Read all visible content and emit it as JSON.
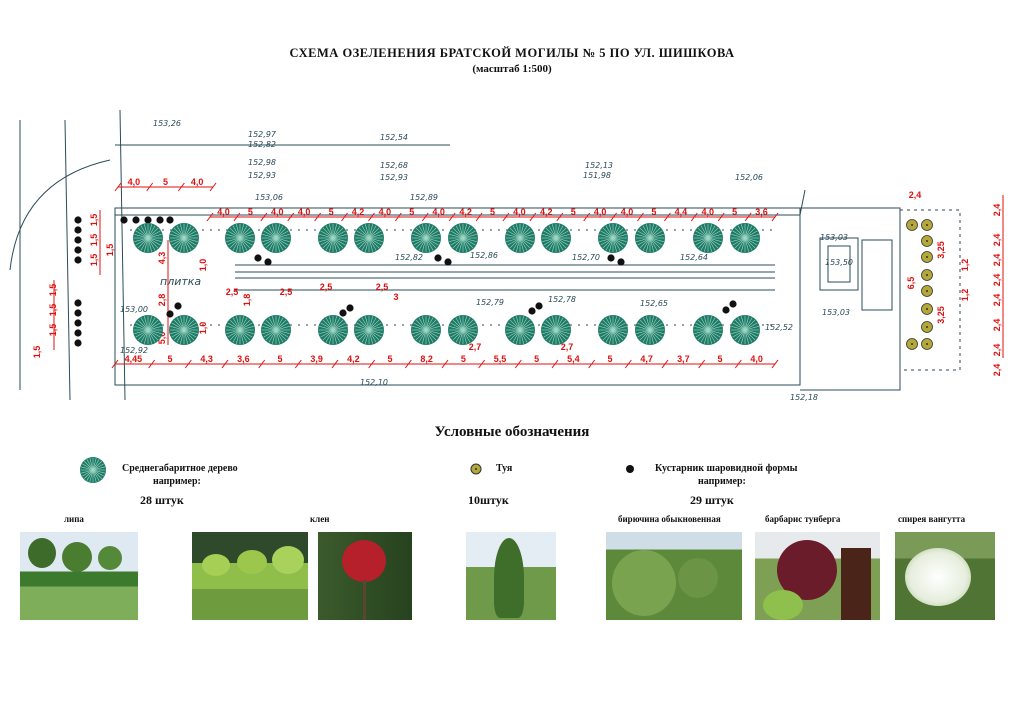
{
  "header": {
    "title": "СХЕМА  ОЗЕЛЕНЕНИЯ  БРАТСКОЙ  МОГИЛЫ  № 5  ПО  УЛ.  ШИШКОВА",
    "subtitle": "(масштаб 1:500)"
  },
  "plan": {
    "path_label": "плитка",
    "colors": {
      "tree": "#1f7a66",
      "thuja": "#b5a83a",
      "shrub": "#111111",
      "dimension": "#e01010",
      "survey": "#2b4b5a"
    },
    "dims_top_small": [
      "4,0",
      "5",
      "4,0"
    ],
    "dims_top": [
      "4,0",
      "5",
      "4,0",
      "4,0",
      "5",
      "4,2",
      "4,0",
      "5",
      "4,0",
      "4,2",
      "5",
      "4,0",
      "4,2",
      "5",
      "4,0",
      "4,0",
      "5",
      "4,4",
      "4,0",
      "5",
      "3,6"
    ],
    "dims_bottom": [
      "4,45",
      "5",
      "4,3",
      "3,6",
      "5",
      "3,9",
      "4,2",
      "5",
      "8,2",
      "5",
      "5,5",
      "5",
      "5,4",
      "5",
      "4,7",
      "3,7",
      "5",
      "4,0"
    ],
    "dims_left": [
      "1,5",
      "1,5",
      "1,5",
      "1,5",
      "1,5",
      "1,5",
      "1,5",
      "1,5"
    ],
    "dims_inner": [
      "4,3",
      "1,0",
      "2,8",
      "5,6",
      "1,0",
      "1,8",
      "2,5",
      "2,5",
      "2,5",
      "2,5",
      "3",
      "2,7",
      "2,7"
    ],
    "dims_right": [
      "2,4",
      "2,4",
      "2,4",
      "2,4",
      "2,4",
      "2,4",
      "2,4",
      "2,4",
      "3,25",
      "6,5",
      "3,25",
      "1,2",
      "1,2"
    ],
    "elevations": [
      "153,26",
      "152,97",
      "152,82",
      "152,54",
      "152,98",
      "152,93",
      "152,68",
      "152,93",
      "152,13",
      "151,98",
      "152,06",
      "153,06",
      "152,89",
      "152,86",
      "152,82",
      "152,70",
      "152,64",
      "152,79",
      "152,78",
      "152,65",
      "152,52",
      "153,03",
      "153,50",
      "153,03",
      "152,18",
      "153,00",
      "152,92",
      "152,10"
    ]
  },
  "legend": {
    "title": "Условные обозначения",
    "tree": {
      "label": "Среднегабаритное дерево",
      "example": "например:",
      "count": "28 штук"
    },
    "thuja": {
      "label": "Туя",
      "count": "10штук"
    },
    "shrub": {
      "label": "Кустарник шаровидной формы",
      "example": "например:",
      "count": "29 штук"
    }
  },
  "photos": [
    {
      "label": "липа"
    },
    {
      "label": "клен"
    },
    {
      "label": "бирючина обыкновенная"
    },
    {
      "label": "барбарис тунберга"
    },
    {
      "label": "спирея вангутта"
    }
  ]
}
